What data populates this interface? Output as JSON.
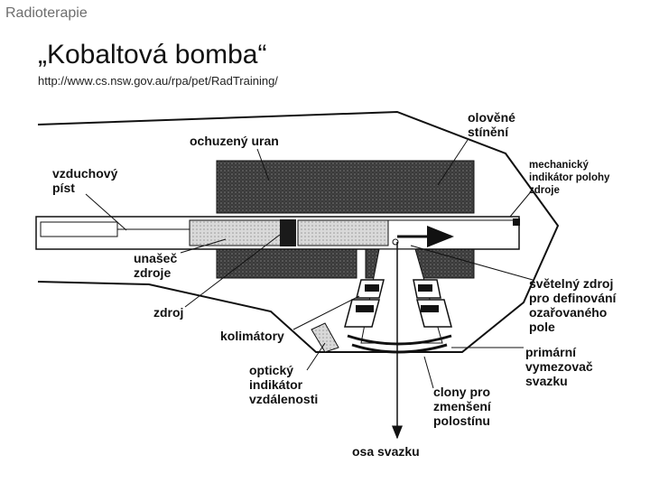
{
  "header": {
    "section": "Radioterapie"
  },
  "slide": {
    "title": "„Kobaltová bomba“",
    "source_url": "http://www.cs.nsw.gov.au/rpa/pet/RadTraining/"
  },
  "diagram": {
    "labels": {
      "olovene_stineni": "olověné\nstínění",
      "ochuzeny_uran": "ochuzený uran",
      "vzduchovy_pist": "vzduchový\npíst",
      "mechanicky_indikator": "mechanický\nindikátor polohy\nzdroje",
      "unasec_zdroje": "unašeč\nzdroje",
      "zdroj": "zdroj",
      "svetelny_zdroj": "světelný zdroj\npro definování\nozařovaného\npole",
      "kolimatory": "kolimátory",
      "primarni_vymezovac": "primární\nvymezovač\nsvazku",
      "opticky_indikator": "optický\nindikátor\nvzdálenosti",
      "clony": "clony pro\nzmenšení\npolostínu",
      "osa_svazku": "osa svazku"
    }
  }
}
